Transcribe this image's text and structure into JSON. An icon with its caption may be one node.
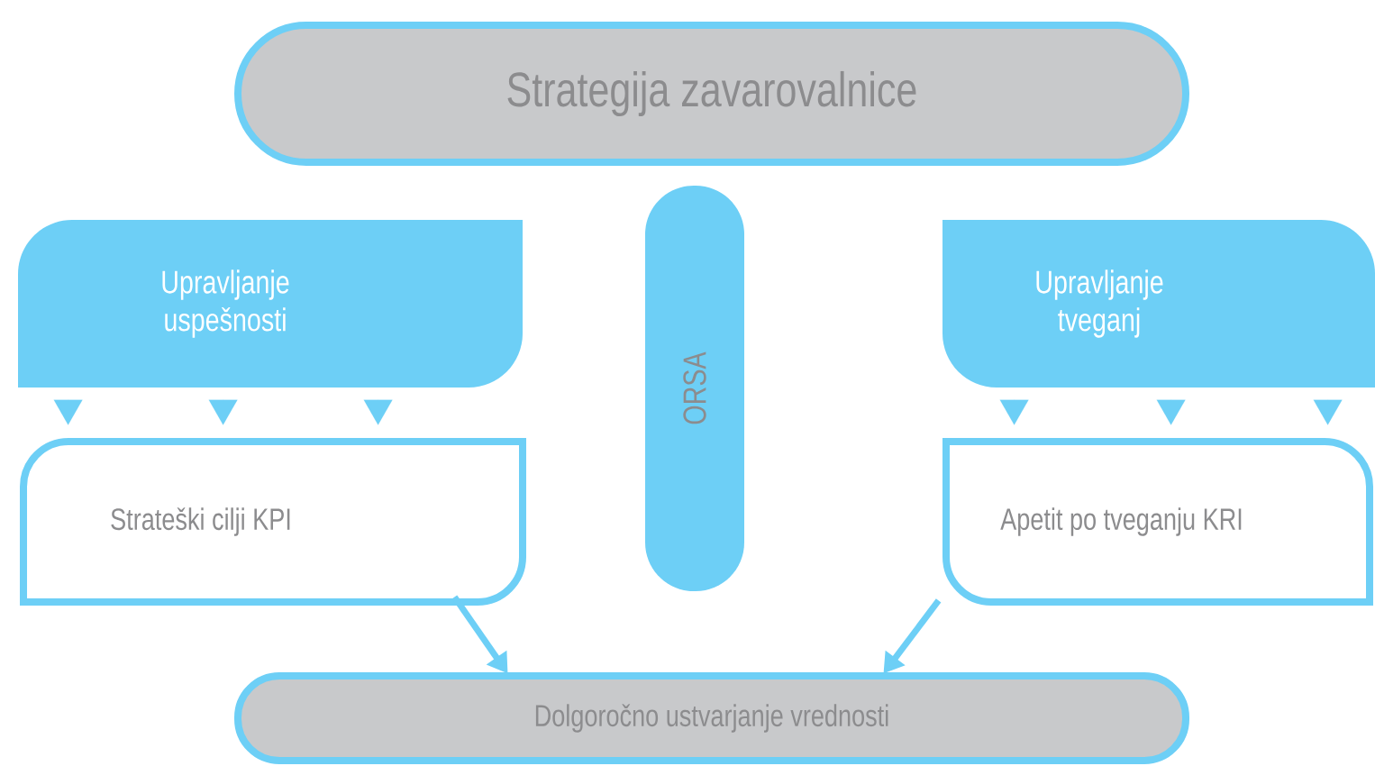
{
  "diagram": {
    "nodes": [
      {
        "text": [
          "Strategija zavarovalnice"
        ]
      },
      {
        "text": [
          "Upravljanje uspešnosti"
        ]
      },
      {
        "text": [
          "ORSA"
        ]
      },
      {
        "text": [
          "Upravljanje tveganj"
        ]
      },
      {
        "text": [
          "Strateški cilji KPI"
        ]
      },
      {
        "text": [
          "Apetit po tveganju KRI"
        ]
      },
      {
        "text": [
          "Dolgoročno ustvarjanje vrednosti"
        ]
      }
    ],
    "edges": [
      {
        "from": 1,
        "to": 4,
        "arrow": "to"
      },
      {
        "from": 1,
        "to": 4,
        "arrow": "to"
      },
      {
        "from": 1,
        "to": 4,
        "arrow": "to"
      },
      {
        "from": 3,
        "to": 5,
        "arrow": "to"
      },
      {
        "from": 3,
        "to": 5,
        "arrow": "to"
      },
      {
        "from": 3,
        "to": 5,
        "arrow": "to"
      },
      {
        "from": 4,
        "to": 6,
        "arrow": "to"
      },
      {
        "from": 5,
        "to": 6,
        "arrow": "to"
      }
    ]
  }
}
